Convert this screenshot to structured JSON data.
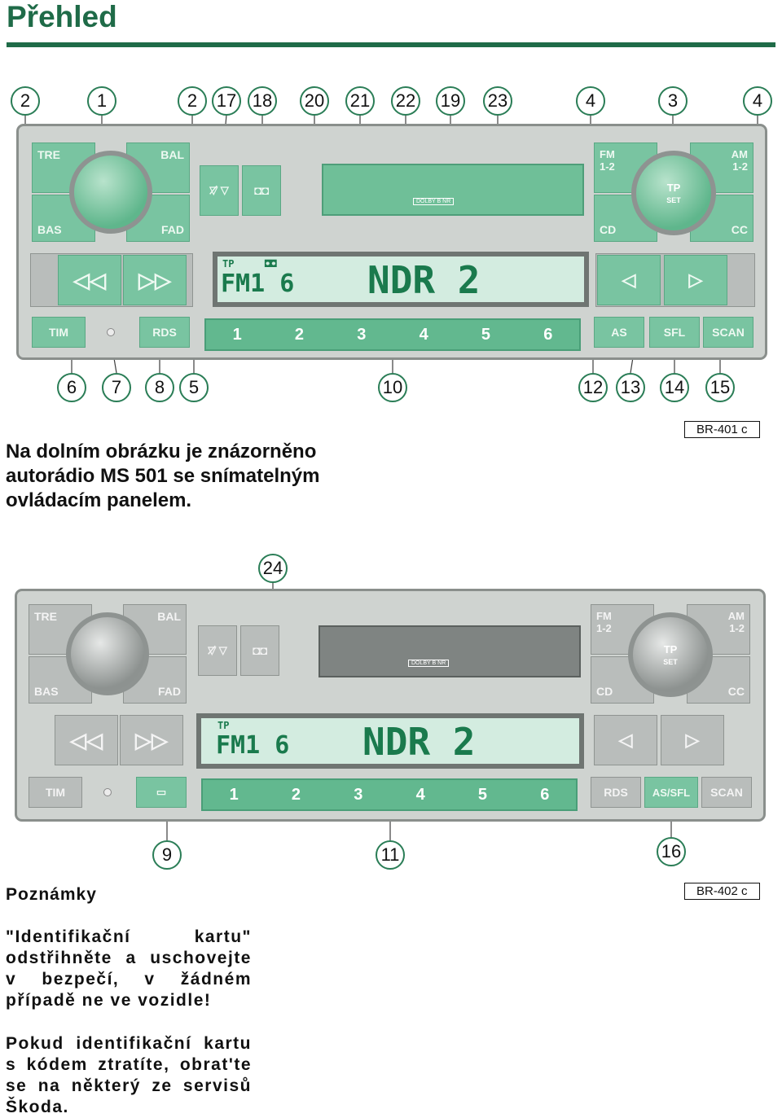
{
  "title": "Přehled",
  "colors": {
    "brand": "#1f6b48",
    "button": "#79c4a1",
    "lcd": "#1a7a4d"
  },
  "radio1": {
    "buttons": {
      "tre": "TRE",
      "bal": "BAL",
      "bas": "BAS",
      "fad": "FAD",
      "fm": "FM\n1-2",
      "am": "AM\n1-2",
      "cd": "CD",
      "cc": "CC",
      "tim": "TIM",
      "rds": "RDS",
      "as": "AS",
      "sfl": "SFL",
      "scan": "SCAN"
    },
    "knob_right": {
      "tp": "TP",
      "set": "SET"
    },
    "dolby": "DOLBY B NR",
    "lcd": {
      "tp": "TP",
      "band": "FM1 6",
      "station": "NDR 2",
      "dolby_icon": "◘◘"
    },
    "presets": [
      "1",
      "2",
      "3",
      "4",
      "5",
      "6"
    ],
    "callouts_top": [
      "2",
      "1",
      "2",
      "17",
      "18",
      "20",
      "21",
      "22",
      "19",
      "23",
      "4",
      "3",
      "4"
    ],
    "callouts_bottom": [
      "6",
      "7",
      "8",
      "5",
      "10",
      "12",
      "13",
      "14",
      "15"
    ],
    "caption": "BR-401 c"
  },
  "description": "Na dolním obrázku je znázorněno autorádio MS 501 se snímatelným ovládacím panelem.",
  "radio2": {
    "buttons": {
      "tre": "TRE",
      "bal": "BAL",
      "bas": "BAS",
      "fad": "FAD",
      "fm": "FM\n1-2",
      "am": "AM\n1-2",
      "cd": "CD",
      "cc": "CC",
      "tim": "TIM",
      "rds": "RDS",
      "as_sfl": "AS/SFL",
      "scan": "SCAN"
    },
    "knob_right": {
      "tp": "TP",
      "set": "SET"
    },
    "dolby": "DOLBY B NR",
    "lcd": {
      "tp": "TP",
      "band": "FM1 6",
      "station": "NDR 2"
    },
    "presets": [
      "1",
      "2",
      "3",
      "4",
      "5",
      "6"
    ],
    "callouts": [
      "24",
      "9",
      "11",
      "16"
    ],
    "caption": "BR-402 c"
  },
  "notes": {
    "heading": "Poznámky",
    "paragraph1": "\"Identifikační kartu\" odstřihněte a uschovejte v bezpečí, v žádném případě ne ve vozidle!",
    "paragraph2": "Pokud identifikační kartu s kódem ztratíte, obrat'te se na některý ze servisů Škoda."
  }
}
